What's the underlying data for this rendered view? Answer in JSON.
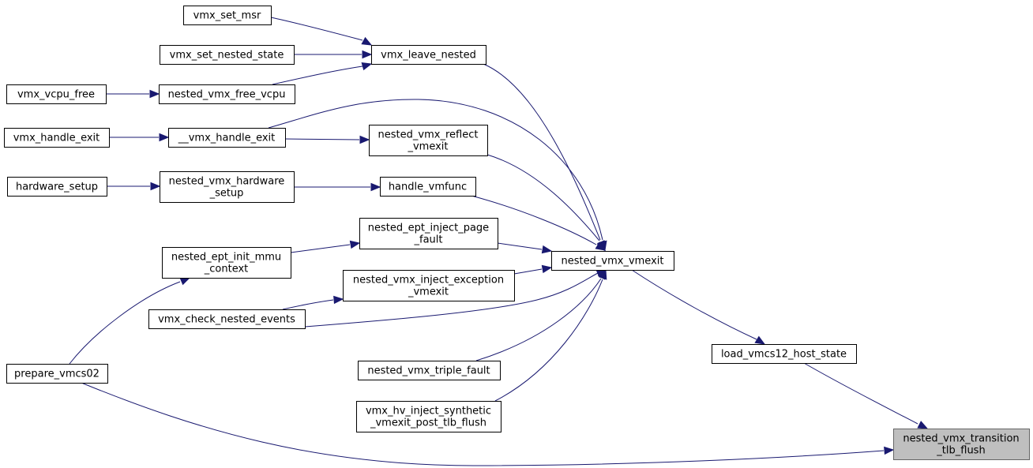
{
  "nodes": [
    {
      "id": "vmx_set_msr",
      "lines": [
        "vmx_set_msr"
      ]
    },
    {
      "id": "vmx_set_nested_state",
      "lines": [
        "vmx_set_nested_state"
      ]
    },
    {
      "id": "vmx_vcpu_free",
      "lines": [
        "vmx_vcpu_free"
      ]
    },
    {
      "id": "nested_vmx_free_vcpu",
      "lines": [
        "nested_vmx_free_vcpu"
      ]
    },
    {
      "id": "vmx_leave_nested",
      "lines": [
        "vmx_leave_nested"
      ]
    },
    {
      "id": "vmx_handle_exit",
      "lines": [
        "vmx_handle_exit"
      ]
    },
    {
      "id": "__vmx_handle_exit",
      "lines": [
        "__vmx_handle_exit"
      ]
    },
    {
      "id": "nested_vmx_reflect_vmexit",
      "lines": [
        "nested_vmx_reflect",
        "_vmexit"
      ]
    },
    {
      "id": "hardware_setup",
      "lines": [
        "hardware_setup"
      ]
    },
    {
      "id": "nested_vmx_hardware_setup",
      "lines": [
        "nested_vmx_hardware",
        "_setup"
      ]
    },
    {
      "id": "handle_vmfunc",
      "lines": [
        "handle_vmfunc"
      ]
    },
    {
      "id": "nested_ept_inject_page_fault",
      "lines": [
        "nested_ept_inject_page",
        "_fault"
      ]
    },
    {
      "id": "nested_ept_init_mmu_context",
      "lines": [
        "nested_ept_init_mmu",
        "_context"
      ]
    },
    {
      "id": "nested_vmx_vmexit",
      "lines": [
        "nested_vmx_vmexit"
      ]
    },
    {
      "id": "nested_vmx_inject_exception_vmexit",
      "lines": [
        "nested_vmx_inject_exception",
        "_vmexit"
      ]
    },
    {
      "id": "vmx_check_nested_events",
      "lines": [
        "vmx_check_nested_events"
      ]
    },
    {
      "id": "load_vmcs12_host_state",
      "lines": [
        "load_vmcs12_host_state"
      ]
    },
    {
      "id": "prepare_vmcs02",
      "lines": [
        "prepare_vmcs02"
      ]
    },
    {
      "id": "nested_vmx_triple_fault",
      "lines": [
        "nested_vmx_triple_fault"
      ]
    },
    {
      "id": "vmx_hv_inject_synthetic_vmexit_post_tlb_flush",
      "lines": [
        "vmx_hv_inject_synthetic",
        "_vmexit_post_tlb_flush"
      ]
    },
    {
      "id": "nested_vmx_transition_tlb_flush",
      "lines": [
        "nested_vmx_transition",
        "_tlb_flush"
      ],
      "highlight": true
    }
  ],
  "edges": [
    {
      "from": "vmx_set_msr",
      "to": "vmx_leave_nested"
    },
    {
      "from": "vmx_set_nested_state",
      "to": "vmx_leave_nested"
    },
    {
      "from": "nested_vmx_free_vcpu",
      "to": "vmx_leave_nested"
    },
    {
      "from": "vmx_vcpu_free",
      "to": "nested_vmx_free_vcpu"
    },
    {
      "from": "vmx_leave_nested",
      "to": "nested_vmx_vmexit"
    },
    {
      "from": "__vmx_handle_exit",
      "to": "nested_vmx_vmexit"
    },
    {
      "from": "vmx_handle_exit",
      "to": "__vmx_handle_exit"
    },
    {
      "from": "__vmx_handle_exit",
      "to": "nested_vmx_reflect_vmexit"
    },
    {
      "from": "nested_vmx_reflect_vmexit",
      "to": "nested_vmx_vmexit"
    },
    {
      "from": "hardware_setup",
      "to": "nested_vmx_hardware_setup"
    },
    {
      "from": "nested_vmx_hardware_setup",
      "to": "handle_vmfunc"
    },
    {
      "from": "handle_vmfunc",
      "to": "nested_vmx_vmexit"
    },
    {
      "from": "nested_ept_init_mmu_context",
      "to": "nested_ept_inject_page_fault"
    },
    {
      "from": "nested_ept_inject_page_fault",
      "to": "nested_vmx_vmexit"
    },
    {
      "from": "prepare_vmcs02",
      "to": "nested_ept_init_mmu_context"
    },
    {
      "from": "vmx_check_nested_events",
      "to": "nested_vmx_inject_exception_vmexit"
    },
    {
      "from": "nested_vmx_inject_exception_vmexit",
      "to": "nested_vmx_vmexit"
    },
    {
      "from": "vmx_check_nested_events",
      "to": "nested_vmx_vmexit"
    },
    {
      "from": "nested_vmx_triple_fault",
      "to": "nested_vmx_vmexit"
    },
    {
      "from": "vmx_hv_inject_synthetic_vmexit_post_tlb_flush",
      "to": "nested_vmx_vmexit"
    },
    {
      "from": "nested_vmx_vmexit",
      "to": "load_vmcs12_host_state"
    },
    {
      "from": "load_vmcs12_host_state",
      "to": "nested_vmx_transition_tlb_flush"
    },
    {
      "from": "prepare_vmcs02",
      "to": "nested_vmx_transition_tlb_flush"
    }
  ],
  "colors": {
    "edge": "#191970",
    "node_border": "#000000",
    "highlight_fill": "#bfbfbf"
  }
}
